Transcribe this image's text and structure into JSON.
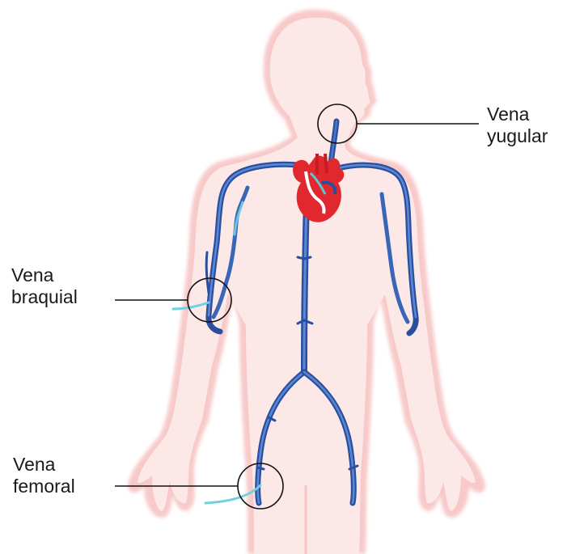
{
  "labels": {
    "yugular": {
      "line1": "Vena",
      "line2": "yugular"
    },
    "braquial": {
      "line1": "Vena",
      "line2": "braquial"
    },
    "femoral": {
      "line1": "Vena",
      "line2": "femoral"
    }
  },
  "colors": {
    "skin_fill": "#fde6e6",
    "skin_edge": "#f6bcbc",
    "vein_dark": "#2a4f9e",
    "vein_light": "#5fc7d8",
    "heart_red": "#e0282e",
    "callout": "#111111"
  }
}
